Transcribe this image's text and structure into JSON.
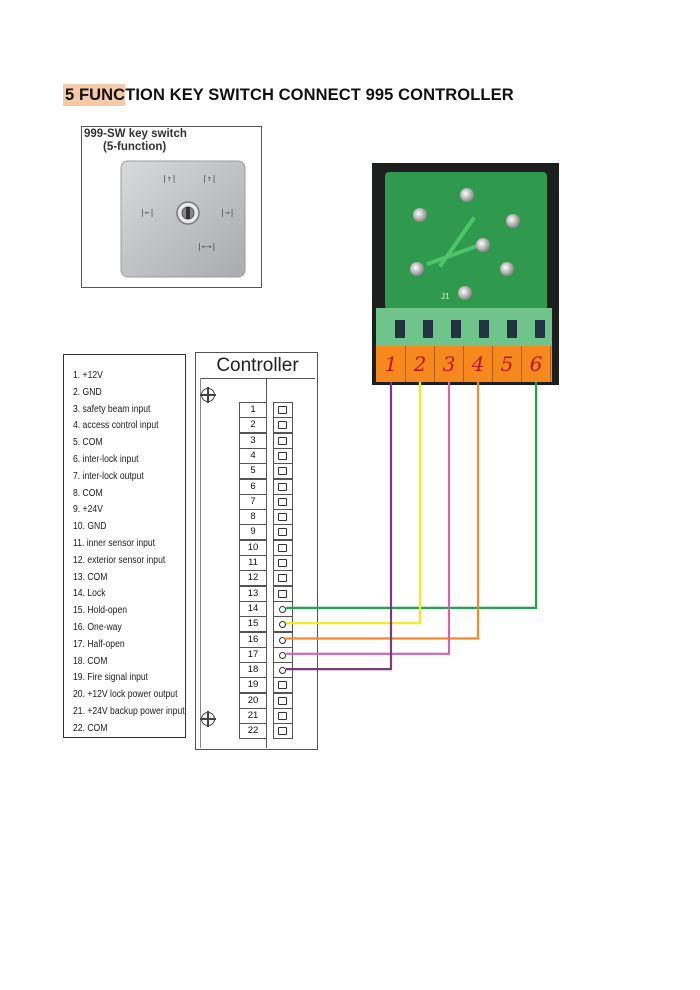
{
  "page": {
    "title_highlight": "5 FUNC",
    "title_rest": "TION KEY SWITCH CONNECT 995 CONTROLLER"
  },
  "key_switch": {
    "caption_line1": "999-SW key switch",
    "caption_line2": "(5-function)",
    "icon": "key-switch-plate-icon"
  },
  "legend": {
    "items": [
      "1. +12V",
      "2. GND",
      "3. safety beam input",
      "4. access control input",
      "5. COM",
      "6. inter-lock input",
      "7. inter-lock output",
      "8. COM",
      "9. +24V",
      "10. GND",
      "11. inner sensor input",
      "12. exterior sensor input",
      "13. COM",
      "14. Lock",
      "15. Hold-open",
      "16. One-way",
      "17. Half-open",
      "18. COM",
      "19. Fire signal input",
      "20. +12V lock power output",
      "21. +24V backup power input",
      "22. COM"
    ]
  },
  "controller": {
    "title": "Controller",
    "terminals": [
      "1",
      "2",
      "3",
      "4",
      "5",
      "6",
      "7",
      "8",
      "9",
      "10",
      "11",
      "12",
      "13",
      "14",
      "15",
      "16",
      "17",
      "18",
      "19",
      "20",
      "21",
      "22"
    ]
  },
  "key_terminals": {
    "labels": [
      "1",
      "2",
      "3",
      "4",
      "5",
      "6"
    ],
    "pcb_label": "J1"
  },
  "wires": [
    {
      "from_key": "6",
      "to_controller": "14",
      "color": "#1fa64a"
    },
    {
      "from_key": "2",
      "to_controller": "15",
      "color": "#f2ea1a"
    },
    {
      "from_key": "4",
      "to_controller": "16",
      "color": "#f08a2a"
    },
    {
      "from_key": "3",
      "to_controller": "17",
      "color": "#d860b0"
    },
    {
      "from_key": "1",
      "to_controller": "18",
      "color": "#7a3b7a"
    }
  ]
}
